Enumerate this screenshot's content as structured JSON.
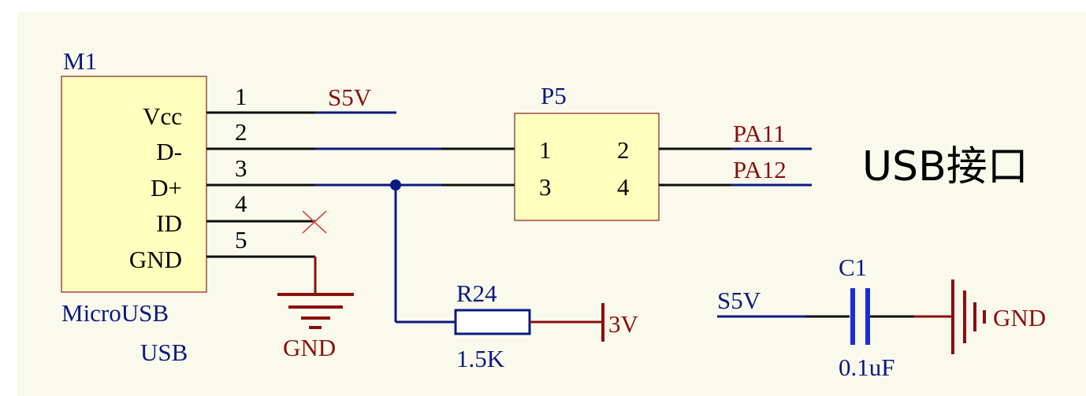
{
  "connector": {
    "designator": "M1",
    "comment": "MicroUSB",
    "footprint": "USB",
    "pins": [
      {
        "name": "Vcc",
        "number": "1",
        "net": "S5V"
      },
      {
        "name": "D-",
        "number": "2",
        "net": ""
      },
      {
        "name": "D+",
        "number": "3",
        "net": ""
      },
      {
        "name": "ID",
        "number": "4",
        "net": ""
      },
      {
        "name": "GND",
        "number": "5",
        "net": ""
      }
    ]
  },
  "header": {
    "designator": "P5",
    "pins": [
      "1",
      "2",
      "3",
      "4"
    ],
    "nets": [
      "PA11",
      "PA12"
    ]
  },
  "resistor": {
    "designator": "R24",
    "value": "1.5K",
    "net": "3V"
  },
  "capacitor": {
    "designator": "C1",
    "value": "0.1uF",
    "left_net": "S5V",
    "right_net": "GND"
  },
  "ground_label": "GND",
  "title": "USB接口",
  "colors": {
    "background": "#fafaec",
    "component_fill": "#ffffbe",
    "component_border": "#8a1d1d",
    "wire": "#0c0c0c",
    "net_wire": "#0a1a80",
    "label_text": "#8b0e0e",
    "pin_text": "#000000",
    "comment_text": "#0a1a80",
    "cap_plate": "#1b2dd8",
    "no_connect": "#e04040"
  }
}
